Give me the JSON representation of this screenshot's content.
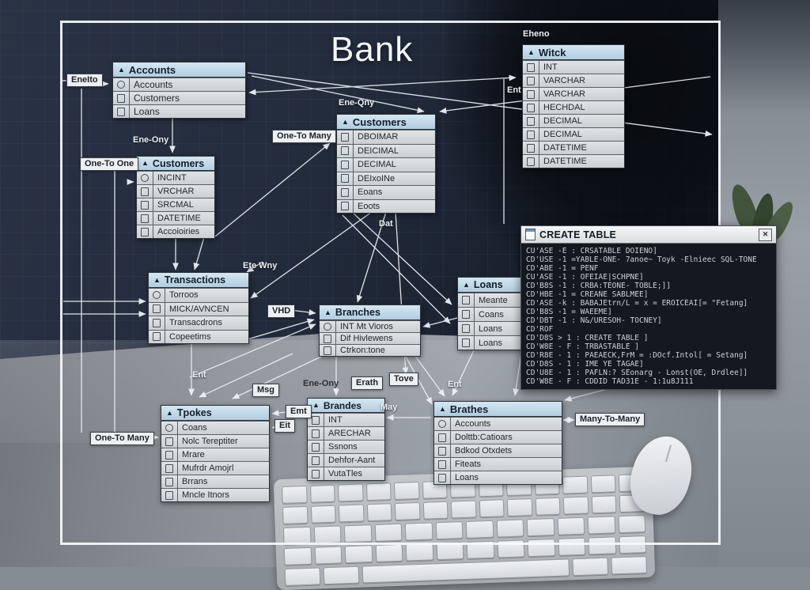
{
  "title": "Bank",
  "tables": {
    "accounts": {
      "title": "Accounts",
      "rows": [
        {
          "icon": "circle",
          "text": "Accounts"
        },
        {
          "icon": "square",
          "text": "Customers"
        },
        {
          "icon": "square",
          "text": "Loans"
        }
      ]
    },
    "customers_left": {
      "title": "Customers",
      "rows": [
        {
          "icon": "circle",
          "text": "INCINT"
        },
        {
          "icon": "square",
          "text": "VRCHAR"
        },
        {
          "icon": "square",
          "text": "SRCMAL"
        },
        {
          "icon": "square",
          "text": "DATETIME"
        },
        {
          "icon": "square",
          "text": "Accoioiries"
        }
      ]
    },
    "customers_mid": {
      "title": "Customers",
      "rows": [
        {
          "icon": "square",
          "text": "DBOIMAR"
        },
        {
          "icon": "square",
          "text": "DEICIMAL"
        },
        {
          "icon": "square",
          "text": "DECIMAL"
        },
        {
          "icon": "square",
          "text": "DEIxoINe"
        },
        {
          "icon": "square",
          "text": "Eoans"
        },
        {
          "icon": "square",
          "text": "Eoots"
        }
      ]
    },
    "witk": {
      "title": "Witck",
      "rows": [
        {
          "icon": "square",
          "text": "INT"
        },
        {
          "icon": "square",
          "text": "VARCHAR"
        },
        {
          "icon": "square",
          "text": "VARCHAR"
        },
        {
          "icon": "square",
          "text": "HECHDAL"
        },
        {
          "icon": "square",
          "text": "DECIMAL"
        },
        {
          "icon": "square",
          "text": "DECIMAL"
        },
        {
          "icon": "square",
          "text": "DATETIME"
        },
        {
          "icon": "square",
          "text": "DATETIME"
        }
      ]
    },
    "transactions": {
      "title": "Transactions",
      "rows": [
        {
          "icon": "circle",
          "text": "Torroos"
        },
        {
          "icon": "square",
          "text": "MICK/AVNCEN"
        },
        {
          "icon": "square",
          "text": "Transacdrons"
        },
        {
          "icon": "square",
          "text": "Copeetims"
        }
      ]
    },
    "branches_mid": {
      "title": "Branches",
      "rows": [
        {
          "icon": "circle",
          "text": "INT Mt Vioros"
        },
        {
          "icon": "square",
          "text": "Dif Hivlewens"
        },
        {
          "icon": "square",
          "text": "Ctrkon:tone"
        }
      ]
    },
    "loans": {
      "title": "Loans",
      "rows": [
        {
          "icon": "square",
          "text": "Meante"
        },
        {
          "icon": "square",
          "text": "Coans"
        },
        {
          "icon": "square",
          "text": "Loans"
        },
        {
          "icon": "square",
          "text": "Loans"
        }
      ]
    },
    "tookes": {
      "title": "Tpokes",
      "rows": [
        {
          "icon": "circle",
          "text": "Coans"
        },
        {
          "icon": "square",
          "text": "Nolc Tereptiter"
        },
        {
          "icon": "square",
          "text": "Mrare"
        },
        {
          "icon": "square",
          "text": "Mufrdr Amojrl"
        },
        {
          "icon": "square",
          "text": "Brrans"
        },
        {
          "icon": "square",
          "text": "Mncle Itnors"
        }
      ]
    },
    "brandes": {
      "title": "Brandes",
      "rows": [
        {
          "icon": "square",
          "text": "INT"
        },
        {
          "icon": "square",
          "text": "ARECHAR"
        },
        {
          "icon": "square",
          "text": "Ssnons"
        },
        {
          "icon": "square",
          "text": "Dehfor-Aant"
        },
        {
          "icon": "square",
          "text": "VutaTles"
        }
      ]
    },
    "brathes": {
      "title": "Brathes",
      "rows": [
        {
          "icon": "circle",
          "text": "Accounts"
        },
        {
          "icon": "square",
          "text": "Dolttb:Catioars"
        },
        {
          "icon": "square",
          "text": "Bdkod Otxdets"
        },
        {
          "icon": "square",
          "text": "Fiteats"
        },
        {
          "icon": "square",
          "text": "Loans"
        }
      ]
    }
  },
  "labels": [
    {
      "text": "EneIto",
      "style": "boxed"
    },
    {
      "text": "One-To One",
      "style": "boxed"
    },
    {
      "text": "Ene-Ony",
      "style": "plain"
    },
    {
      "text": "One-To Many",
      "style": "boxed"
    },
    {
      "text": "Ene-Qny",
      "style": "plain"
    },
    {
      "text": "Eheno",
      "style": "plain"
    },
    {
      "text": "Ent",
      "style": "plain"
    },
    {
      "text": "Ete Wny",
      "style": "plain"
    },
    {
      "text": "VHD",
      "style": "boxed"
    },
    {
      "text": "Dat",
      "style": "plain"
    },
    {
      "text": "Ent",
      "style": "plain"
    },
    {
      "text": "Msg",
      "style": "boxed"
    },
    {
      "text": "One-To Many",
      "style": "boxed"
    },
    {
      "text": "Ene-Ony",
      "style": "plain-dark"
    },
    {
      "text": "Erath",
      "style": "boxed"
    },
    {
      "text": "Tove",
      "style": "boxed"
    },
    {
      "text": "Emt",
      "style": "boxed"
    },
    {
      "text": "Eit",
      "style": "boxed"
    },
    {
      "text": "May",
      "style": "plain"
    },
    {
      "text": "Ent",
      "style": "plain"
    },
    {
      "text": "Many-To-Many",
      "style": "boxed"
    }
  ],
  "code_window": {
    "title": "CREATE TABLE",
    "close_label": "✕",
    "lines": [
      "CU'ASE -E : CRSATABLE DOIENO]",
      "CD'USE -1 =YABLE-ONE- 7anoe~ Toyk -Elnieec SQL-TONE",
      "CD'ABE -1 = PENF",
      "CU'ASE -1 : OFEIAE|SCHPNE]",
      "CD'B8S -1 : CRBA:TEONE- TOBLE;]]",
      "CD'HBE -1 = CREANE SABLMEE]",
      "CD'ASE -k : BABAJEtrn/L = x = EROICEAI[= \"Fetang]",
      "CD'B8S -1 = WAEEME]",
      "CD'DBT -1 : N&/URESOH- TOCNEY]",
      "CD'ROF",
      "CD'D8S > 1 : CREATE TABLE ]",
      "CD'W8E - F : TRBASTABLE ]",
      "CD'R8E - 1 : PAEAECK,FrM = :DOcf.Intol[ = Setang]",
      "CD'D8S - 1 : IME YE TAGAE]",
      "CD'U8E - 1 : PAFLN:? SEonarg - Lonst(OE, Drdlee]]",
      "CD'W8E - F : CDDID TAD31E - 1:1u8J111"
    ]
  }
}
